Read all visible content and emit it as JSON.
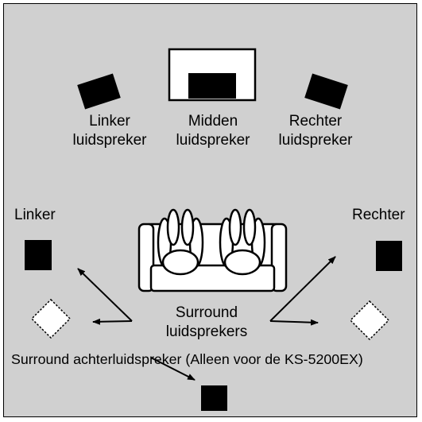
{
  "colors": {
    "room_background": "#d0d0d0",
    "speaker": "#000000",
    "optional_speaker": "#ffffff",
    "tv_screen": "#ffffff"
  },
  "labels": {
    "front_left": [
      "Linker",
      "luidspreker"
    ],
    "center": [
      "Midden",
      "luidspreker"
    ],
    "front_right": [
      "Rechter",
      "luidspreker"
    ],
    "side_left": "Linker",
    "side_right": "Rechter",
    "surround": [
      "Surround",
      "luidsprekers"
    ],
    "surround_back": "Surround achterluidspreker (Alleen voor de KS-5200EX)"
  },
  "icons": {
    "speaker": "speaker-icon",
    "optional_speaker": "dashed-speaker-icon",
    "tv": "tv-icon",
    "sofa": "sofa-icon",
    "listener": "listener-icon"
  }
}
